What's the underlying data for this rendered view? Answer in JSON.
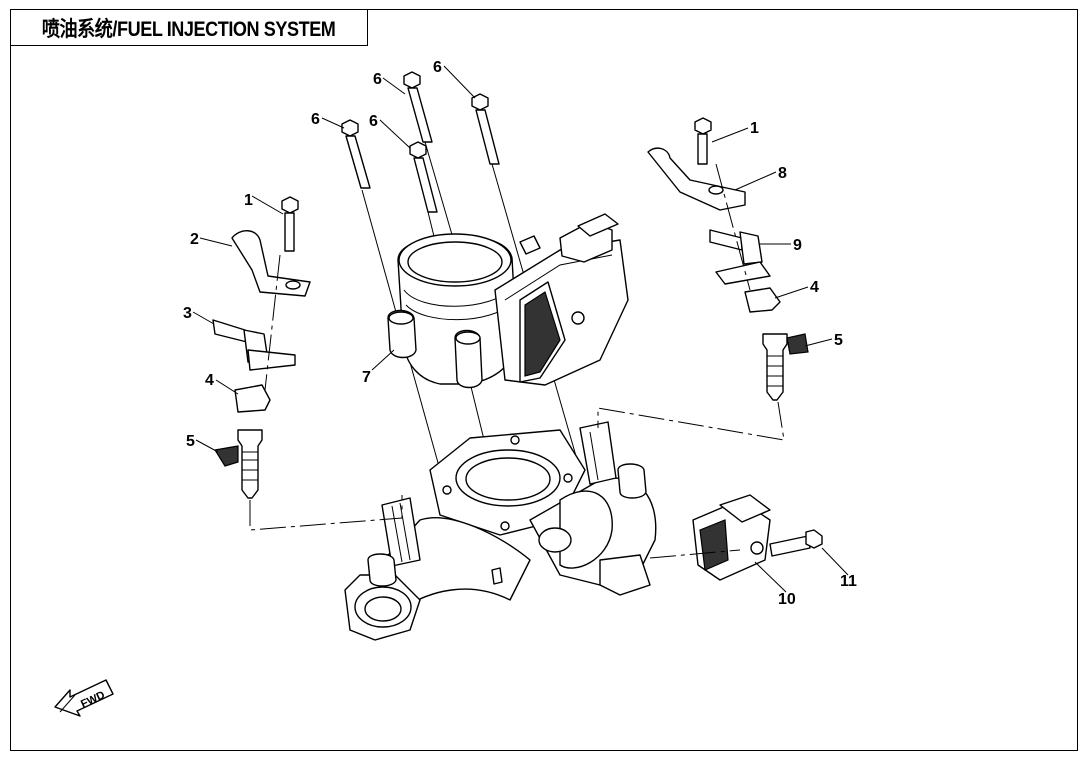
{
  "title": "喷油系统/FUEL INJECTION SYSTEM",
  "direction_label": "FWD",
  "callouts": {
    "c1_left": "1",
    "c2": "2",
    "c3": "3",
    "c4_left": "4",
    "c5_left": "5",
    "c6_a": "6",
    "c6_b": "6",
    "c6_c": "6",
    "c6_d": "6",
    "c7": "7",
    "c1_right": "1",
    "c8": "8",
    "c9": "9",
    "c4_right": "4",
    "c5_right": "5",
    "c10": "10",
    "c11": "11"
  }
}
